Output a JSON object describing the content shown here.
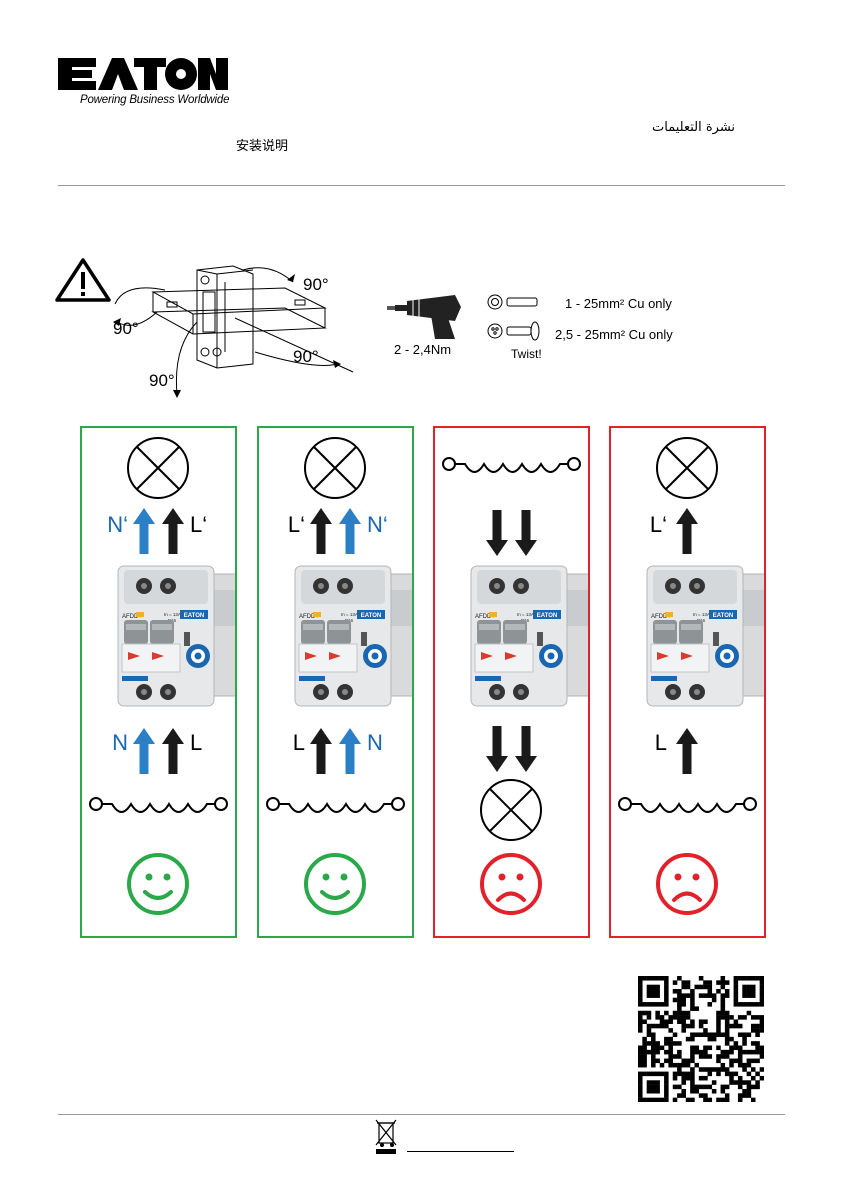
{
  "header": {
    "logo_text": "EATON",
    "tagline": "Powering Business Worldwide",
    "lang_chinese": "安装说明",
    "lang_arabic": "نشرة التعليمات"
  },
  "mounting": {
    "angles": [
      "90°",
      "90°",
      "90°",
      "90°"
    ]
  },
  "specs": {
    "torque": "2 - 2,4Nm",
    "solid_wire": "1 - 25mm² Cu only",
    "stranded_wire": "2,5 - 25mm² Cu only",
    "twist_label": "Twist!"
  },
  "panels": [
    {
      "status": "correct",
      "top_labels": [
        "N‘",
        "L‘"
      ],
      "bottom_labels": [
        "N",
        "L"
      ]
    },
    {
      "status": "correct",
      "top_labels": [
        "L‘",
        "N‘"
      ],
      "bottom_labels": [
        "L",
        "N"
      ]
    },
    {
      "status": "incorrect",
      "top_labels": [
        "",
        ""
      ],
      "bottom_labels": [
        "",
        ""
      ]
    },
    {
      "status": "incorrect",
      "top_labels": [
        "L‘"
      ],
      "bottom_labels": [
        "L"
      ]
    }
  ],
  "device": {
    "label_afdd": "AFDD+",
    "label_rating": "In = 13A",
    "label_curve": "B16",
    "label_brand": "EATON"
  },
  "colors": {
    "good": "#2aa84a",
    "bad": "#e2222b",
    "arrow_blue": "#2b7fc6",
    "arrow_black": "#1a1a1a",
    "device_body": "#e6e8ea",
    "device_blue": "#1a66b0"
  }
}
